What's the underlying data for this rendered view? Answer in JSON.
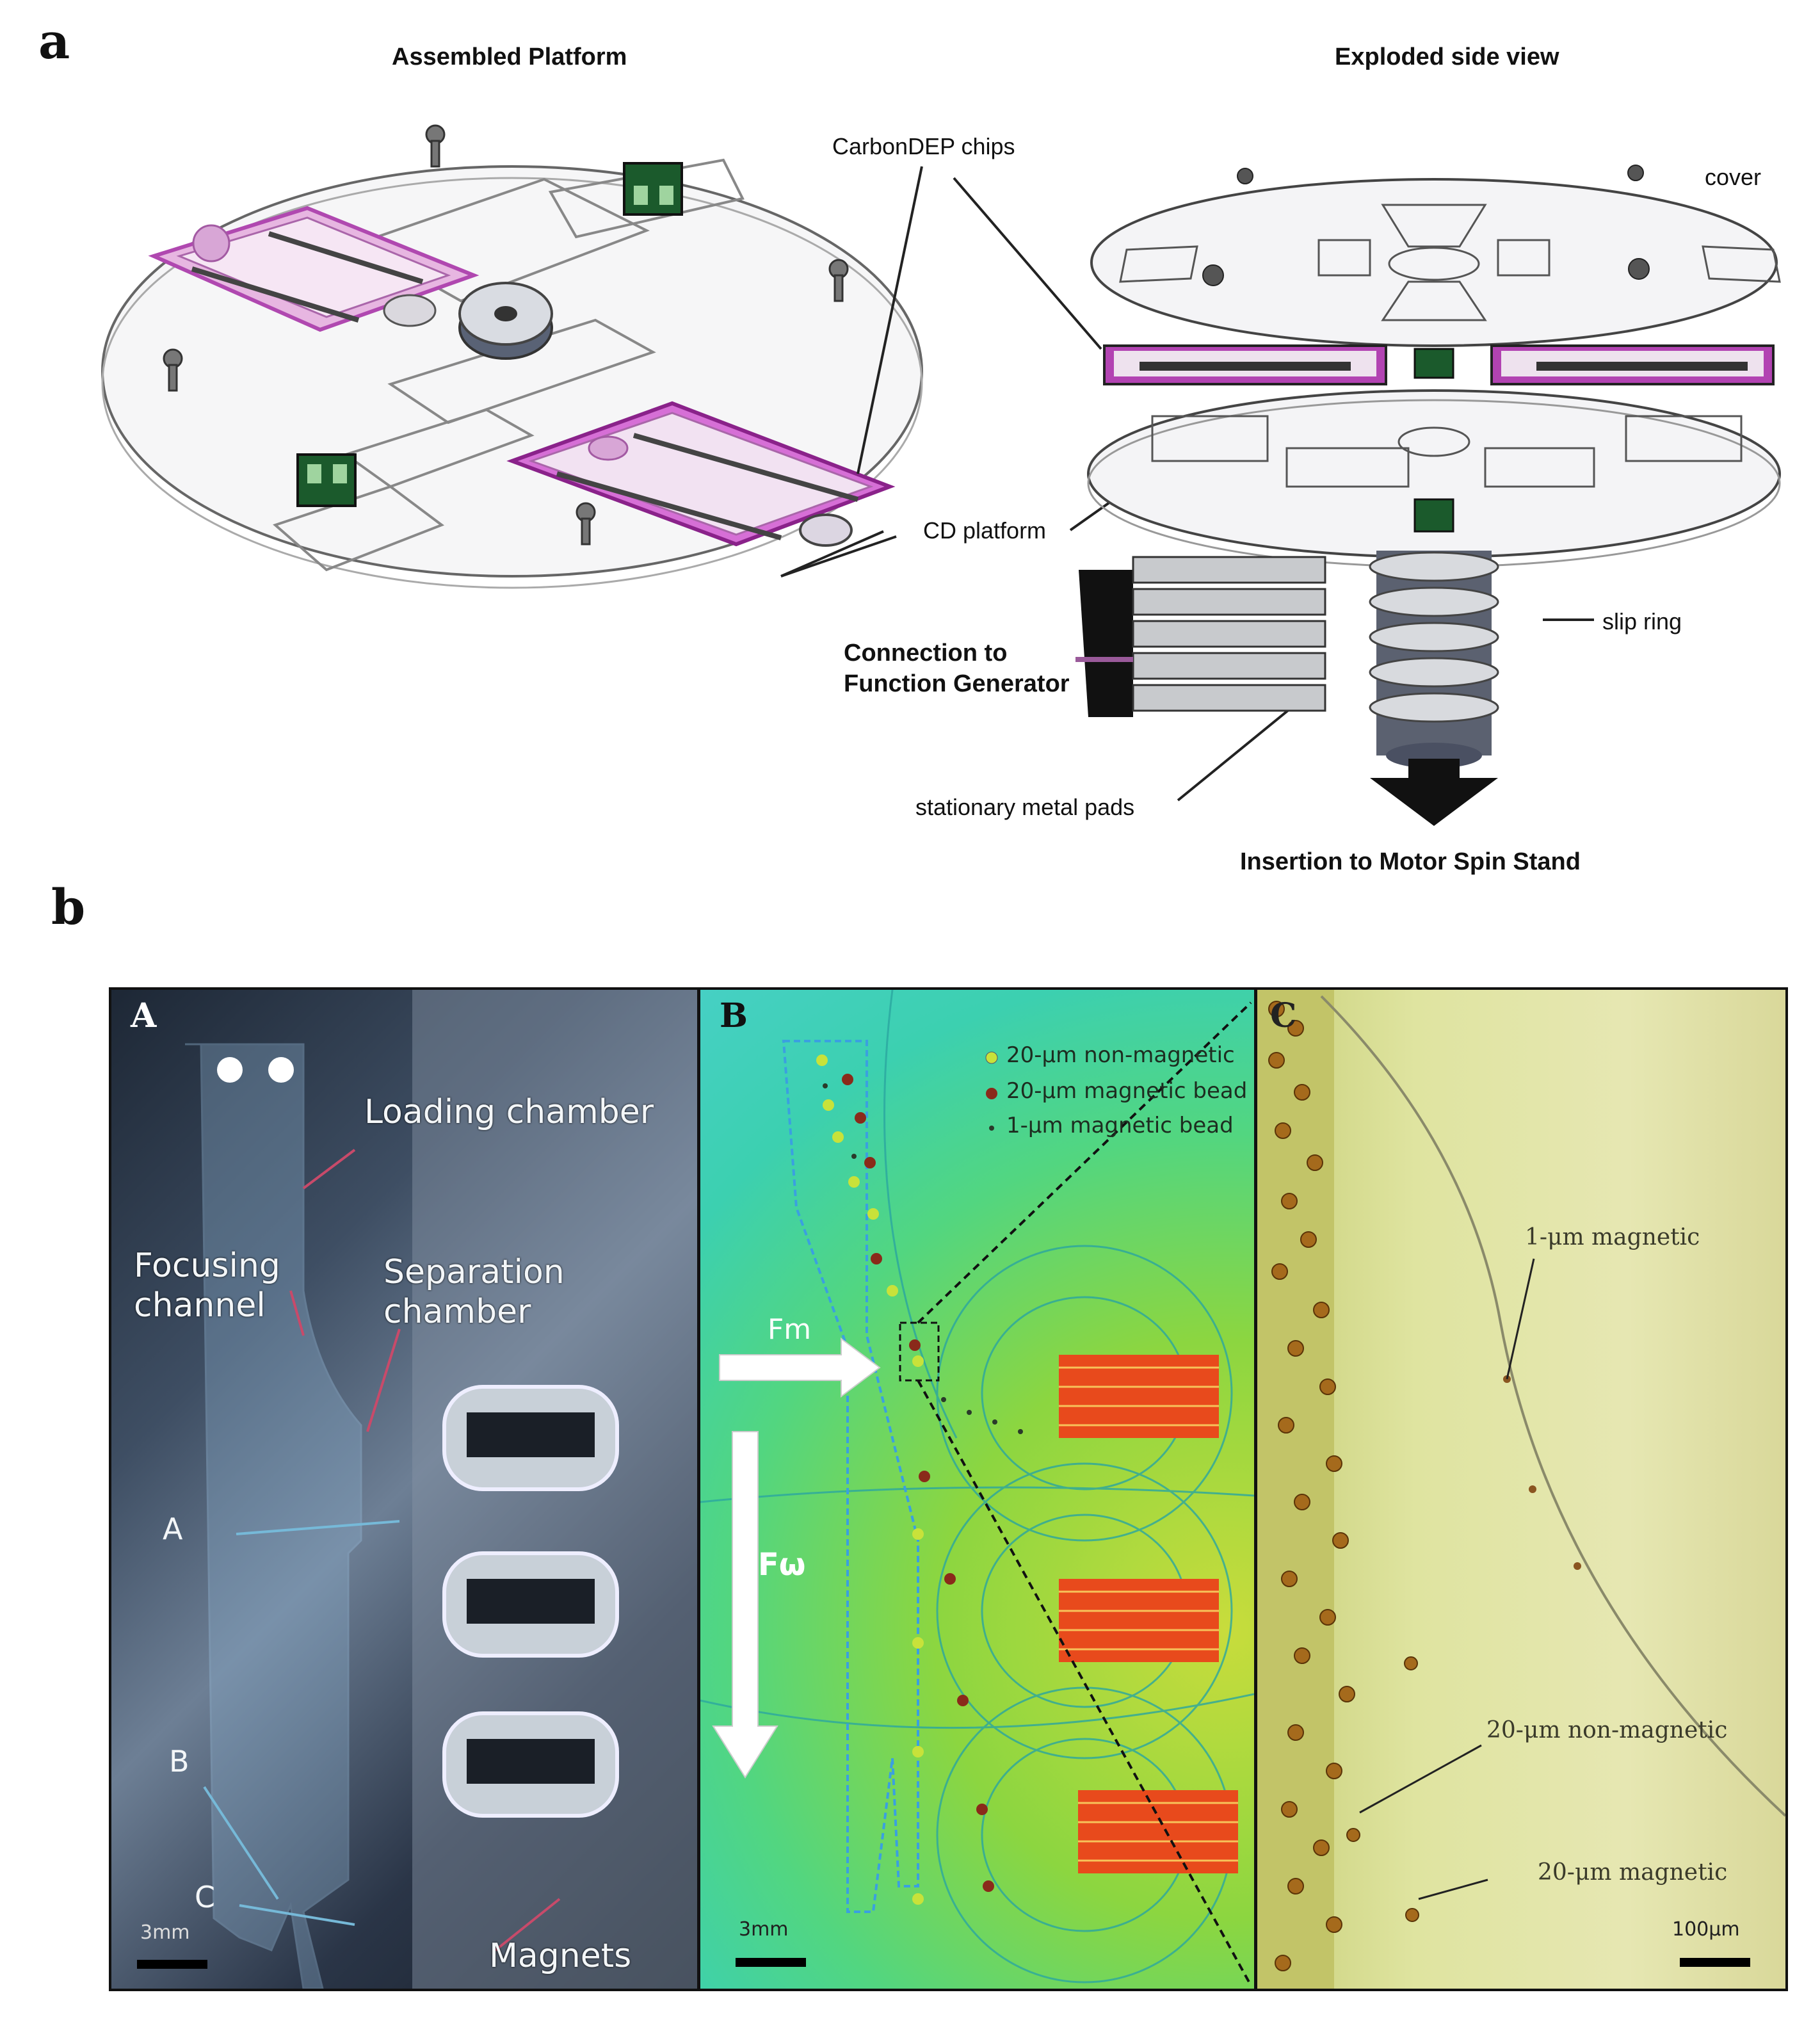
{
  "panel_a": {
    "letter": "a",
    "title_left": "Assembled Platform",
    "title_right": "Exploded side view",
    "labels": {
      "carbondep": "CarbonDEP chips",
      "cover": "cover",
      "cd_platform": "CD platform",
      "slip_ring": "slip ring",
      "connection_line1": "Connection to",
      "connection_line2": "Function Generator",
      "metal_pads": "stationary metal pads",
      "insertion": "Insertion to Motor Spin Stand"
    }
  },
  "panel_b": {
    "letter": "b",
    "sub_A": {
      "letter": "A",
      "labels": {
        "loading": "Loading chamber",
        "focusing_1": "Focusing",
        "focusing_2": "channel",
        "separation_1": "Separation",
        "separation_2": "chamber",
        "magnets": "Magnets",
        "mark_a": "A",
        "mark_b": "B",
        "mark_c": "C",
        "scale": "3mm"
      }
    },
    "sub_B": {
      "letter": "B",
      "legend": [
        {
          "label": "20-μm non-magnetic",
          "color": "#c8e23a"
        },
        {
          "label": "20-μm magnetic bead",
          "color": "#8a2a1a"
        },
        {
          "label": "1-μm magnetic bead",
          "color": "#2a3a2a"
        }
      ],
      "force_m": "Fm",
      "force_w": "Fω",
      "scale": "3mm"
    },
    "sub_C": {
      "letter": "C",
      "labels": {
        "one_um": "1-μm magnetic",
        "twenty_nonmag": "20-μm non-magnetic",
        "twenty_mag": "20-μm magnetic",
        "scale": "100μm"
      }
    }
  }
}
